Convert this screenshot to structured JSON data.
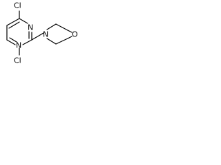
{
  "molecule": {
    "atoms": {
      "cl_top": "Cl",
      "cl_bottom": "Cl",
      "n_ring_upper": "N",
      "n_ring_lower": "N",
      "n_morpholine": "N",
      "o_morpholine": "O"
    }
  }
}
